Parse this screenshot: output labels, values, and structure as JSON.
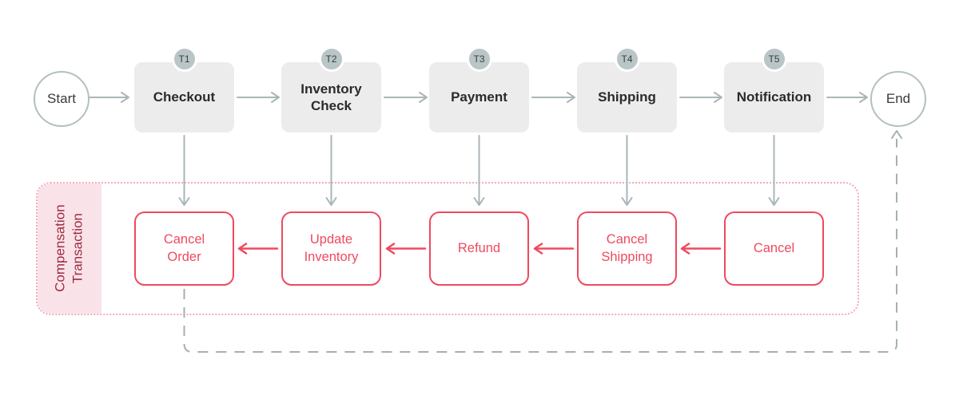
{
  "flow": {
    "start": {
      "label": "Start"
    },
    "end": {
      "label": "End"
    },
    "steps": [
      {
        "badge": "T1",
        "label": "Checkout"
      },
      {
        "badge": "T2",
        "label": "Inventory\nCheck"
      },
      {
        "badge": "T3",
        "label": "Payment"
      },
      {
        "badge": "T4",
        "label": "Shipping"
      },
      {
        "badge": "T5",
        "label": "Notification"
      }
    ]
  },
  "compensation": {
    "title": "Compensation\nTransaction",
    "steps": [
      {
        "label": "Cancel\nOrder"
      },
      {
        "label": "Update\nInventory"
      },
      {
        "label": "Refund"
      },
      {
        "label": "Cancel\nShipping"
      },
      {
        "label": "Cancel"
      }
    ]
  },
  "colors": {
    "accent_red": "#ee4a5f",
    "maroon_text": "#9c2c3f",
    "pink_fill": "#fae3e8",
    "pink_border": "#f3abbb",
    "node_fill": "#ececec",
    "node_text": "#2b2b2b",
    "badge_fill": "#b9c5c7",
    "arrow_gray": "#a9b6b8",
    "dash_gray": "#a4b0b2",
    "circle_border": "#b3bfc1",
    "circle_text": "#3a3a3a"
  }
}
